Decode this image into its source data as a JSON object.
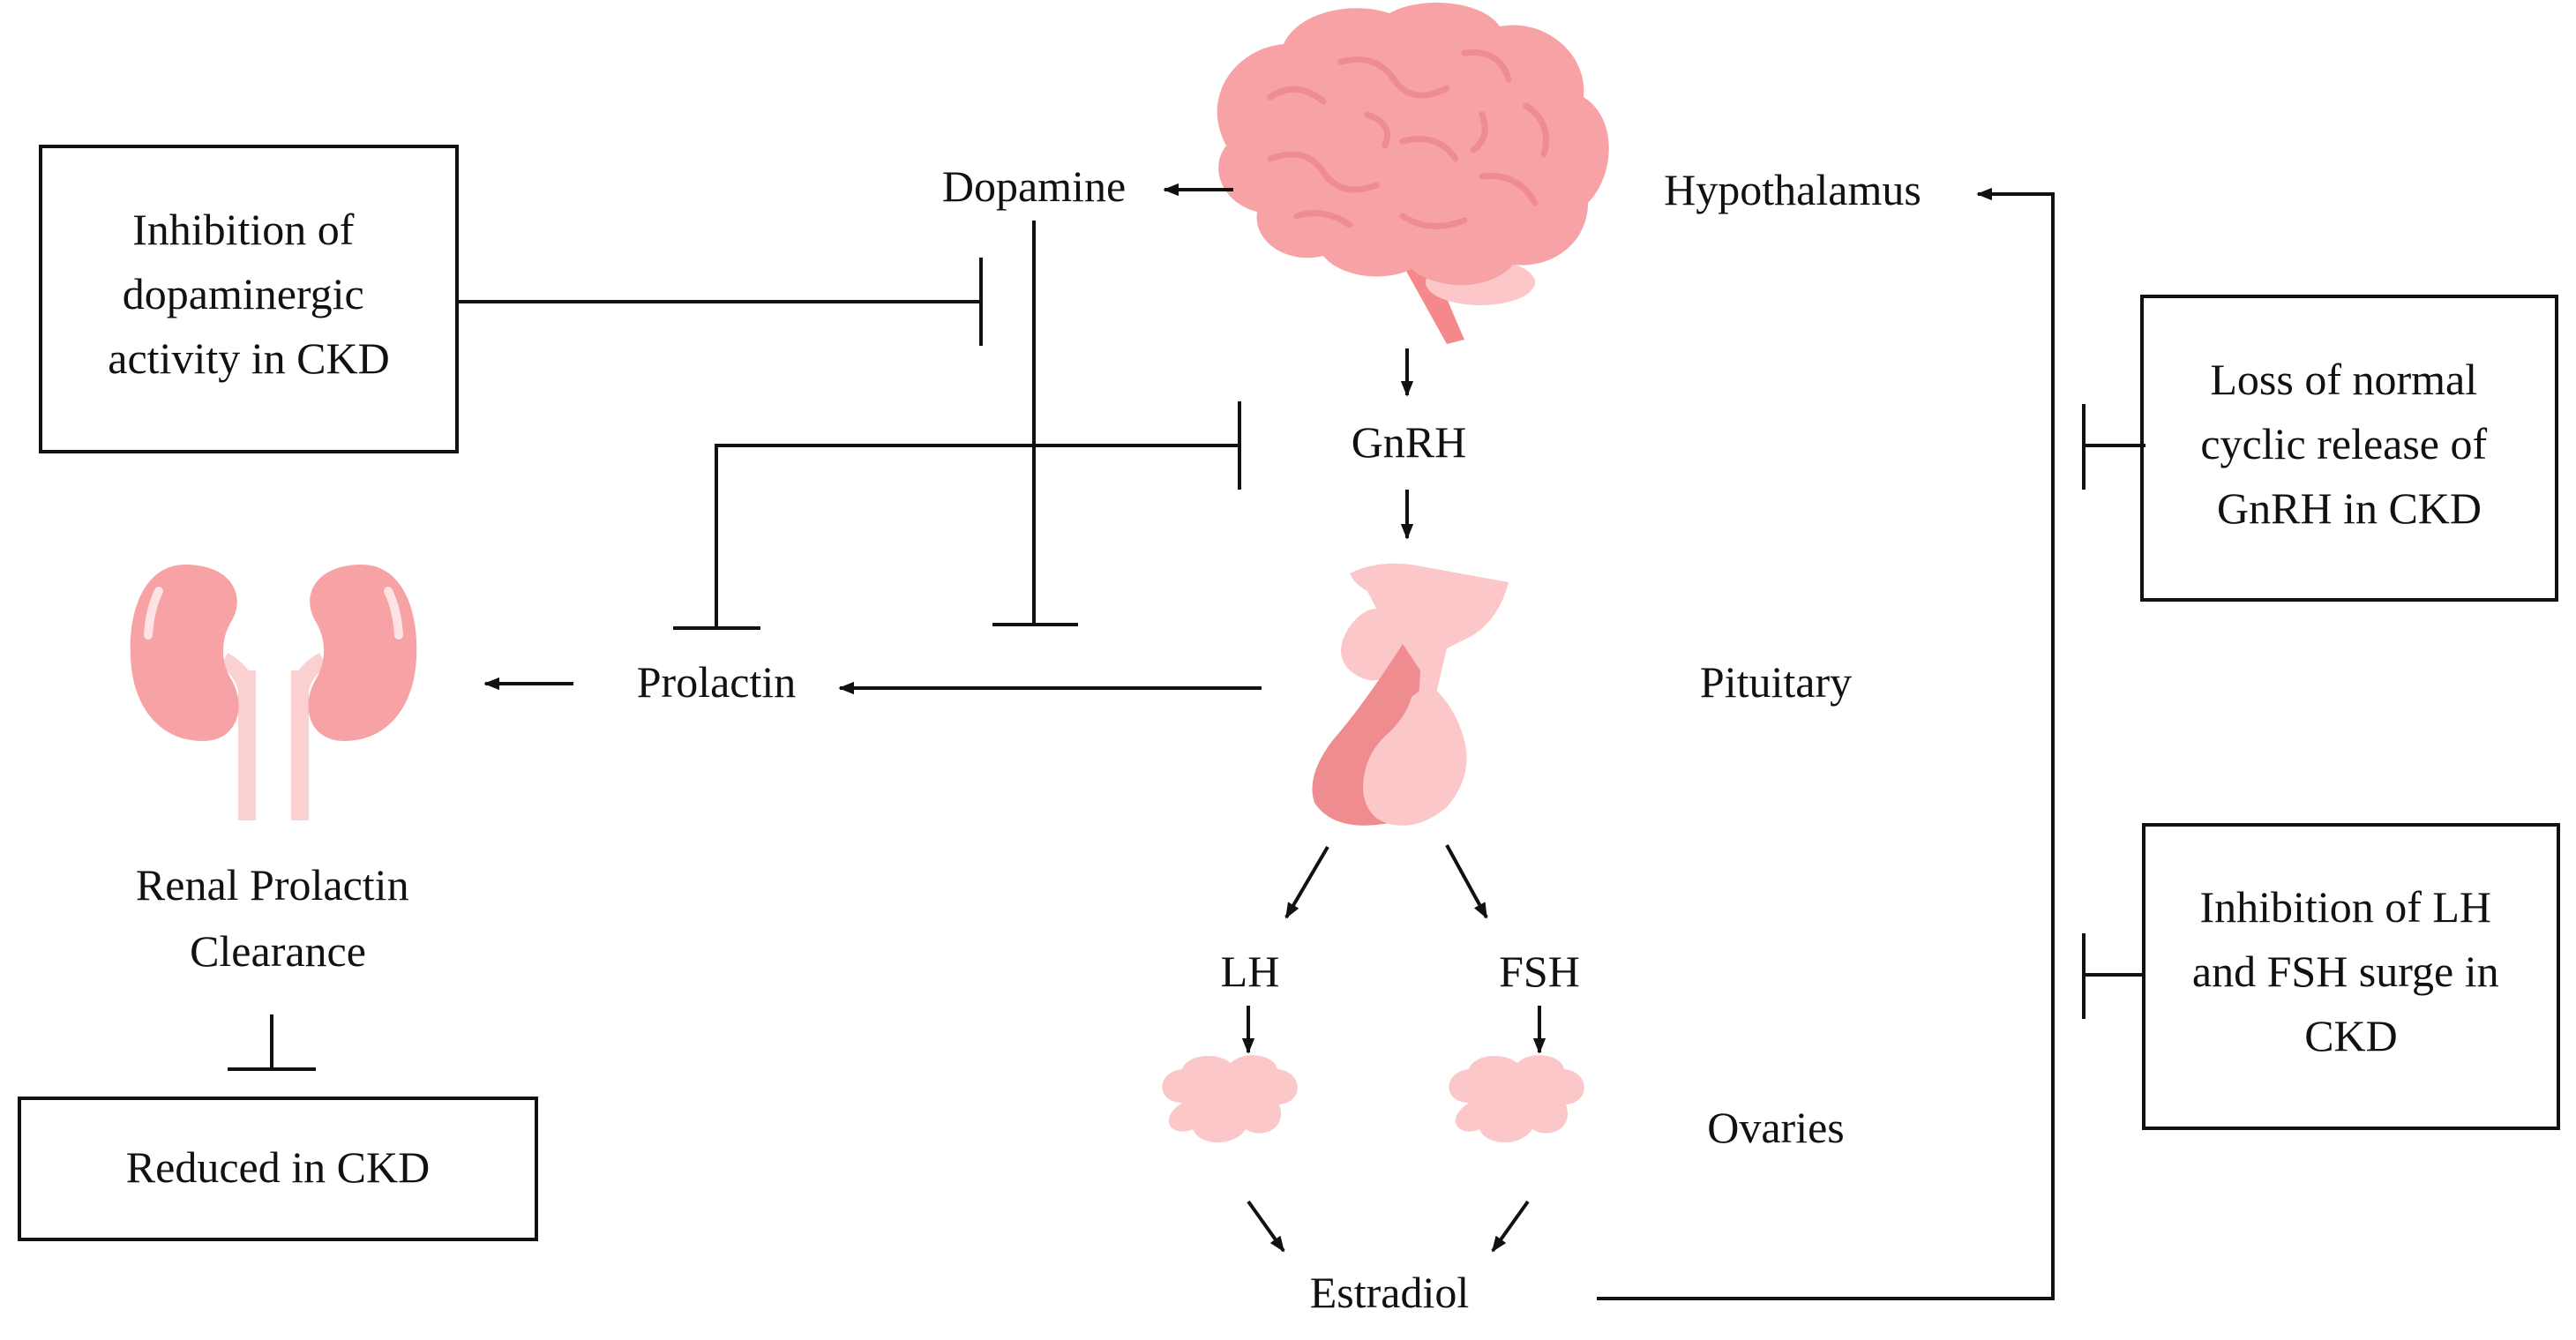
{
  "labels": {
    "dopamine": "Dopamine",
    "hypothalamus": "Hypothalamus",
    "gnrh": "GnRH",
    "prolactin": "Prolactin",
    "pituitary": "Pituitary",
    "lh": "LH",
    "fsh": "FSH",
    "ovaries": "Ovaries",
    "estradiol": "Estradiol",
    "renal_clearance": [
      "Renal Prolactin",
      "Clearance"
    ]
  },
  "boxes": {
    "dopaminergic": [
      "Inhibition of",
      "dopaminergic",
      "activity in CKD"
    ],
    "reduced": [
      "Reduced in CKD"
    ],
    "gnrh_loss": [
      "Loss of normal",
      "cyclic release of",
      "GnRH in CKD"
    ],
    "lh_fsh": [
      "Inhibition of LH",
      "and FSH surge in",
      "CKD"
    ]
  },
  "icons": {
    "brain": "brain-icon",
    "pituitary": "pituitary-gland-icon",
    "kidneys": "kidneys-icon",
    "ovaries": "ovary-icon"
  },
  "colors": {
    "organ_pink": "#f7a3a6",
    "organ_light": "#fbc7c8",
    "organ_dark": "#ee8c90",
    "line": "#111111"
  }
}
